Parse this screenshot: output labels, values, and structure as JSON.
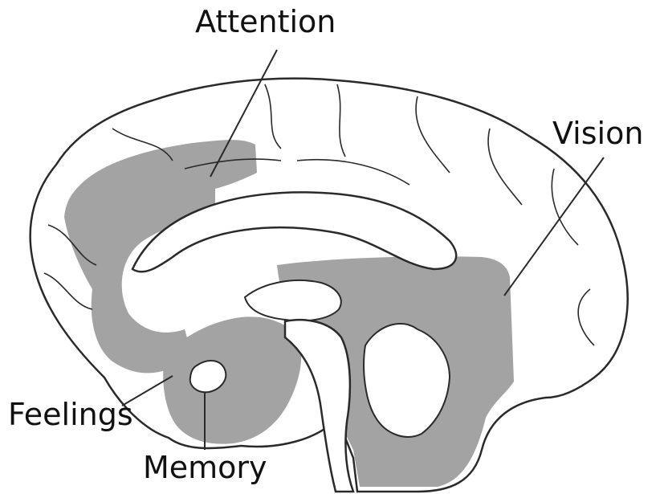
{
  "labels": {
    "attention": "Attention",
    "vision": "Vision",
    "feelings": "Feelings",
    "memory": "Memory"
  },
  "colors": {
    "shaded_region": "#a3a3a3",
    "outline": "#2a2a2a",
    "background": "#ffffff",
    "brain_fill": "#ffffff"
  },
  "regions": [
    "attention",
    "vision",
    "feelings",
    "memory"
  ]
}
